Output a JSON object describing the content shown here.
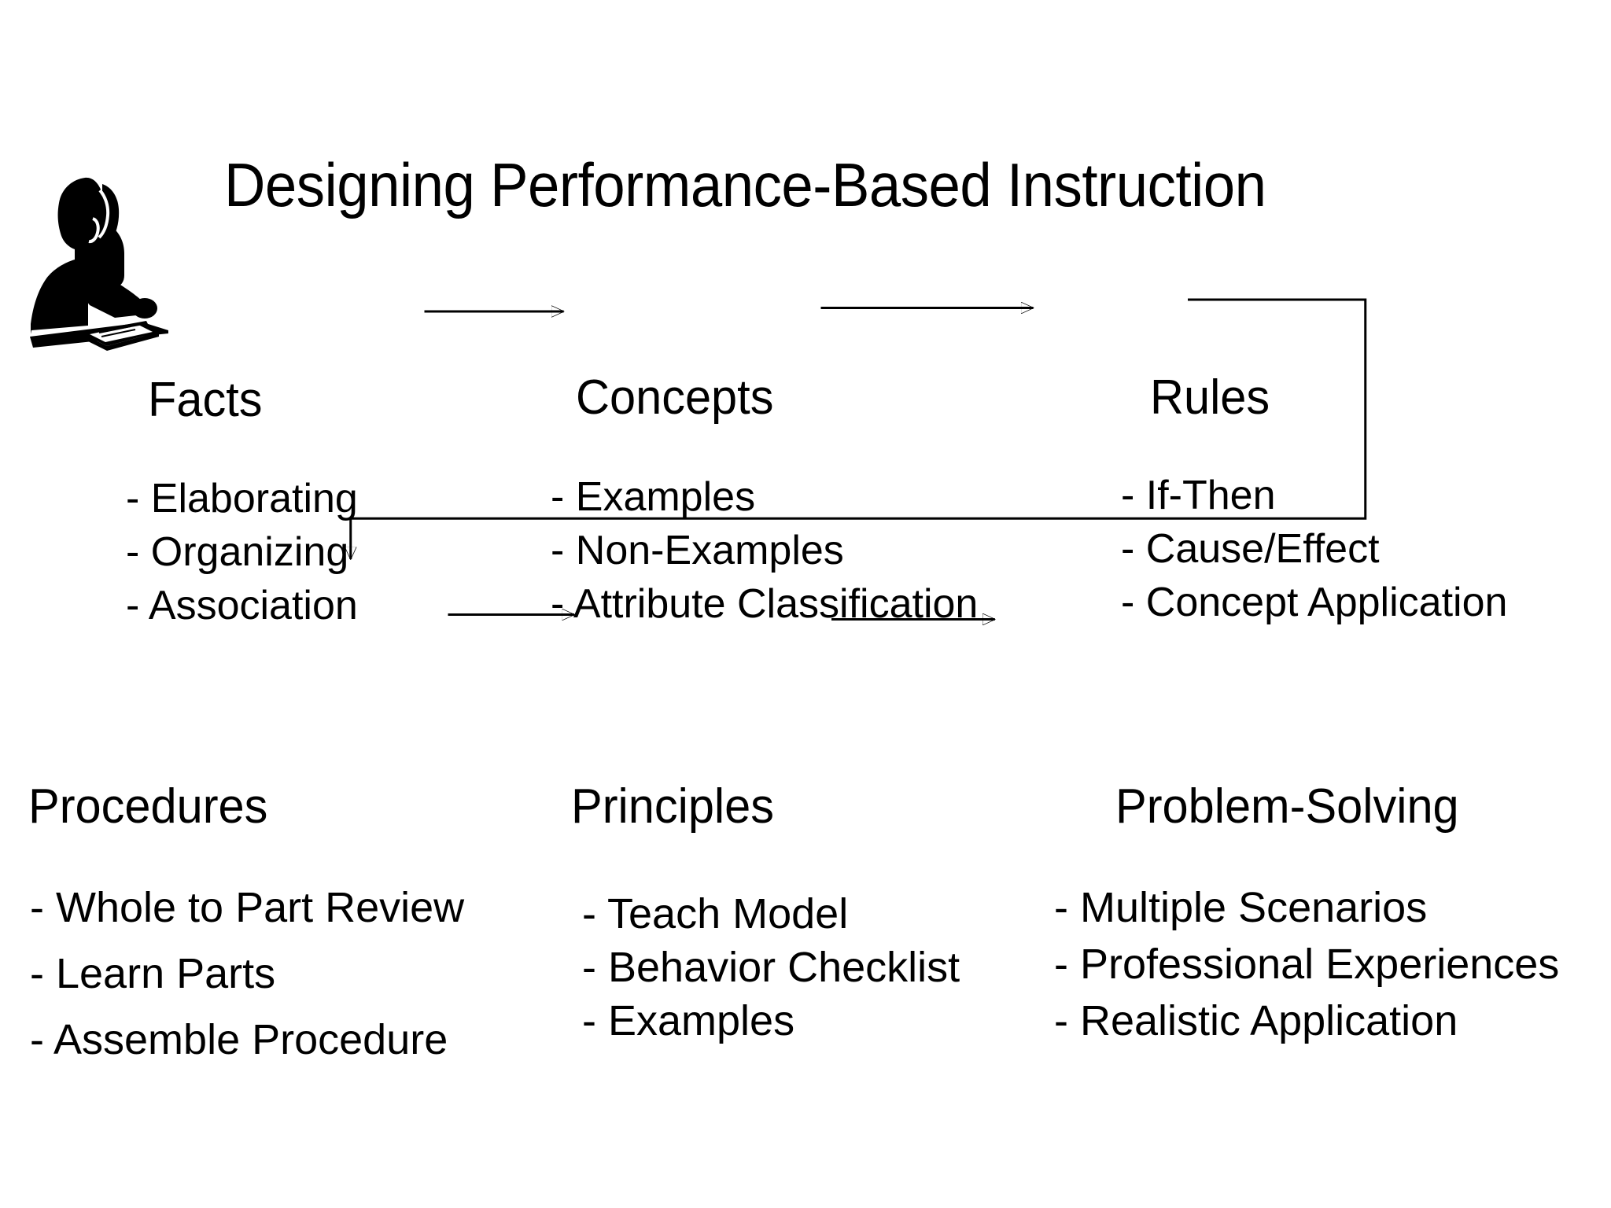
{
  "slide": {
    "title": "Designing Performance-Based Instruction",
    "background_color": "#ffffff",
    "text_color": "#000000",
    "figure_icon": "person-at-desk-silhouette-icon"
  },
  "columns": {
    "row1": [
      {
        "key": "facts",
        "heading": "Facts",
        "items": [
          "- Elaborating",
          "- Organizing",
          "- Association"
        ]
      },
      {
        "key": "concepts",
        "heading": "Concepts",
        "items": [
          "- Examples",
          "- Non-Examples",
          "- Attribute Classification"
        ]
      },
      {
        "key": "rules",
        "heading": "Rules",
        "items": [
          "- If-Then",
          "- Cause/Effect",
          "- Concept Application"
        ]
      }
    ],
    "row2": [
      {
        "key": "procedures",
        "heading": "Procedures",
        "items": [
          "- Whole to Part Review",
          "- Learn Parts",
          "- Assemble Procedure"
        ]
      },
      {
        "key": "principles",
        "heading": "Principles",
        "items": [
          "- Teach Model",
          "- Behavior Checklist",
          "- Examples"
        ]
      },
      {
        "key": "problem_solving",
        "heading": "Problem-Solving",
        "items": [
          "- Multiple Scenarios",
          "- Professional Experiences",
          "- Realistic Application"
        ]
      }
    ]
  },
  "connectors": [
    {
      "name": "arrow-facts-to-concepts",
      "type": "straight-arrow-right"
    },
    {
      "name": "arrow-concepts-to-rules",
      "type": "straight-arrow-right"
    },
    {
      "name": "arrow-rules-to-procedures",
      "type": "wraparound-arrow-down-left"
    },
    {
      "name": "arrow-procedures-to-principles",
      "type": "straight-arrow-right"
    },
    {
      "name": "arrow-principles-to-problemsolving",
      "type": "straight-arrow-right"
    }
  ]
}
